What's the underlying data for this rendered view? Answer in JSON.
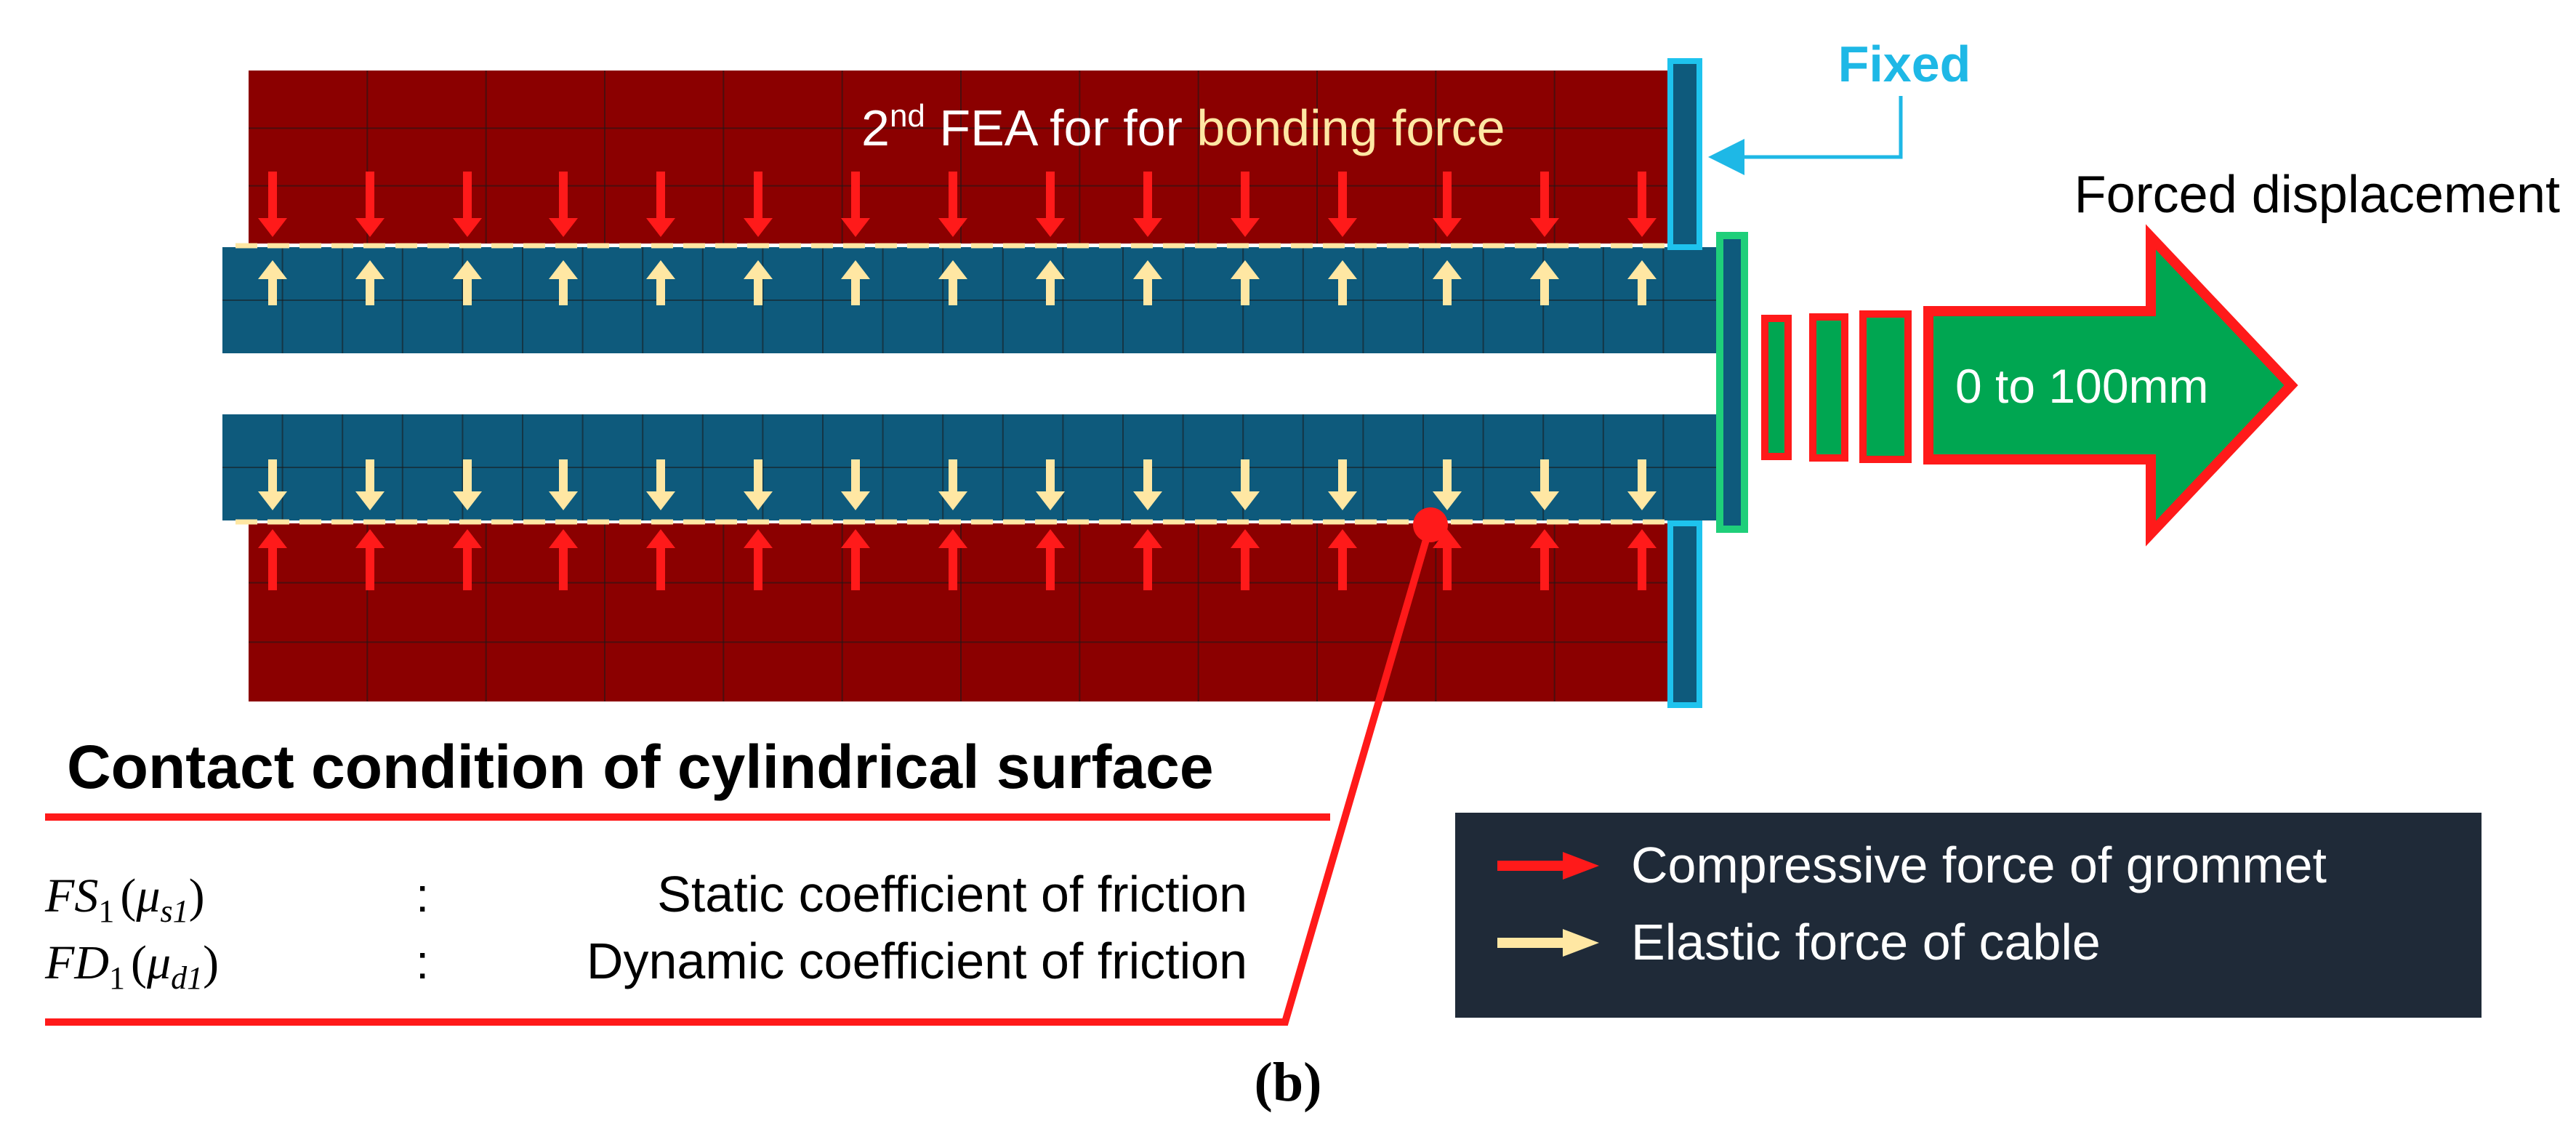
{
  "colors": {
    "grommet": "#8B0000",
    "cable": "#0E5A7C",
    "fixed_border": "#1EC3EE",
    "fixed_text": "#1EB8E6",
    "cable_end": "#1FCF7A",
    "forced_arrow_fill": "#00A651",
    "forced_arrow_outline": "#FF1A1A",
    "compressive_arrow": "#FF1A1A",
    "elastic_arrow": "#FFE7A3",
    "highlight_text": "#FFE7A3",
    "legend_bg": "#1F2A38",
    "contact_line": "#FF1A1A"
  },
  "fea_label": {
    "prefix": "2",
    "superscript": "nd",
    "text": " FEA for for ",
    "highlight": "bonding force"
  },
  "fixed_label": "Fixed",
  "forced_label": "Forced displacement",
  "displacement_range": "0 to 100mm",
  "contact": {
    "title": "Contact condition of cylindrical surface",
    "rows": [
      {
        "symbol_base": "FS",
        "symbol_sub": "1",
        "coef_base": "μ",
        "coef_sub": "s1",
        "colon": ":",
        "desc": "Static coefficient of friction"
      },
      {
        "symbol_base": "FD",
        "symbol_sub": "1",
        "coef_base": "μ",
        "coef_sub": "d1",
        "colon": ":",
        "desc": "Dynamic coefficient of friction"
      }
    ]
  },
  "legend": {
    "items": [
      {
        "label": "Compressive force of grommet",
        "icon": "red-arrow-icon"
      },
      {
        "label": "Elastic force of cable",
        "icon": "yellow-arrow-icon"
      }
    ]
  },
  "caption": "(b)"
}
